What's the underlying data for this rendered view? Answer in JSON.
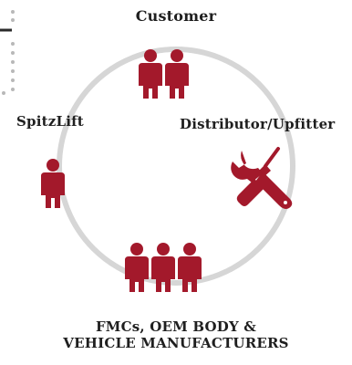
{
  "colors": {
    "accent": "#a3192b",
    "ring": "#d6d6d6",
    "dots": "#b8b8b8",
    "text": "#1f1f1f"
  },
  "nodes": {
    "customer": {
      "label": "Customer",
      "icon": "two-person-icon",
      "people": 2
    },
    "spitzlift": {
      "label": "SpitzLift",
      "icon": "person-icon",
      "people": 1
    },
    "distributor": {
      "label": "Distributor/Upfitter",
      "icon": "wrench-screwdriver-icon"
    },
    "manufacturers": {
      "label_line1": "FMCs, OEM BODY &",
      "label_line2": "VEHICLE MANUFACTURERS",
      "icon": "three-person-icon",
      "people": 3
    }
  },
  "decorations": [
    "dotted-bracket"
  ]
}
